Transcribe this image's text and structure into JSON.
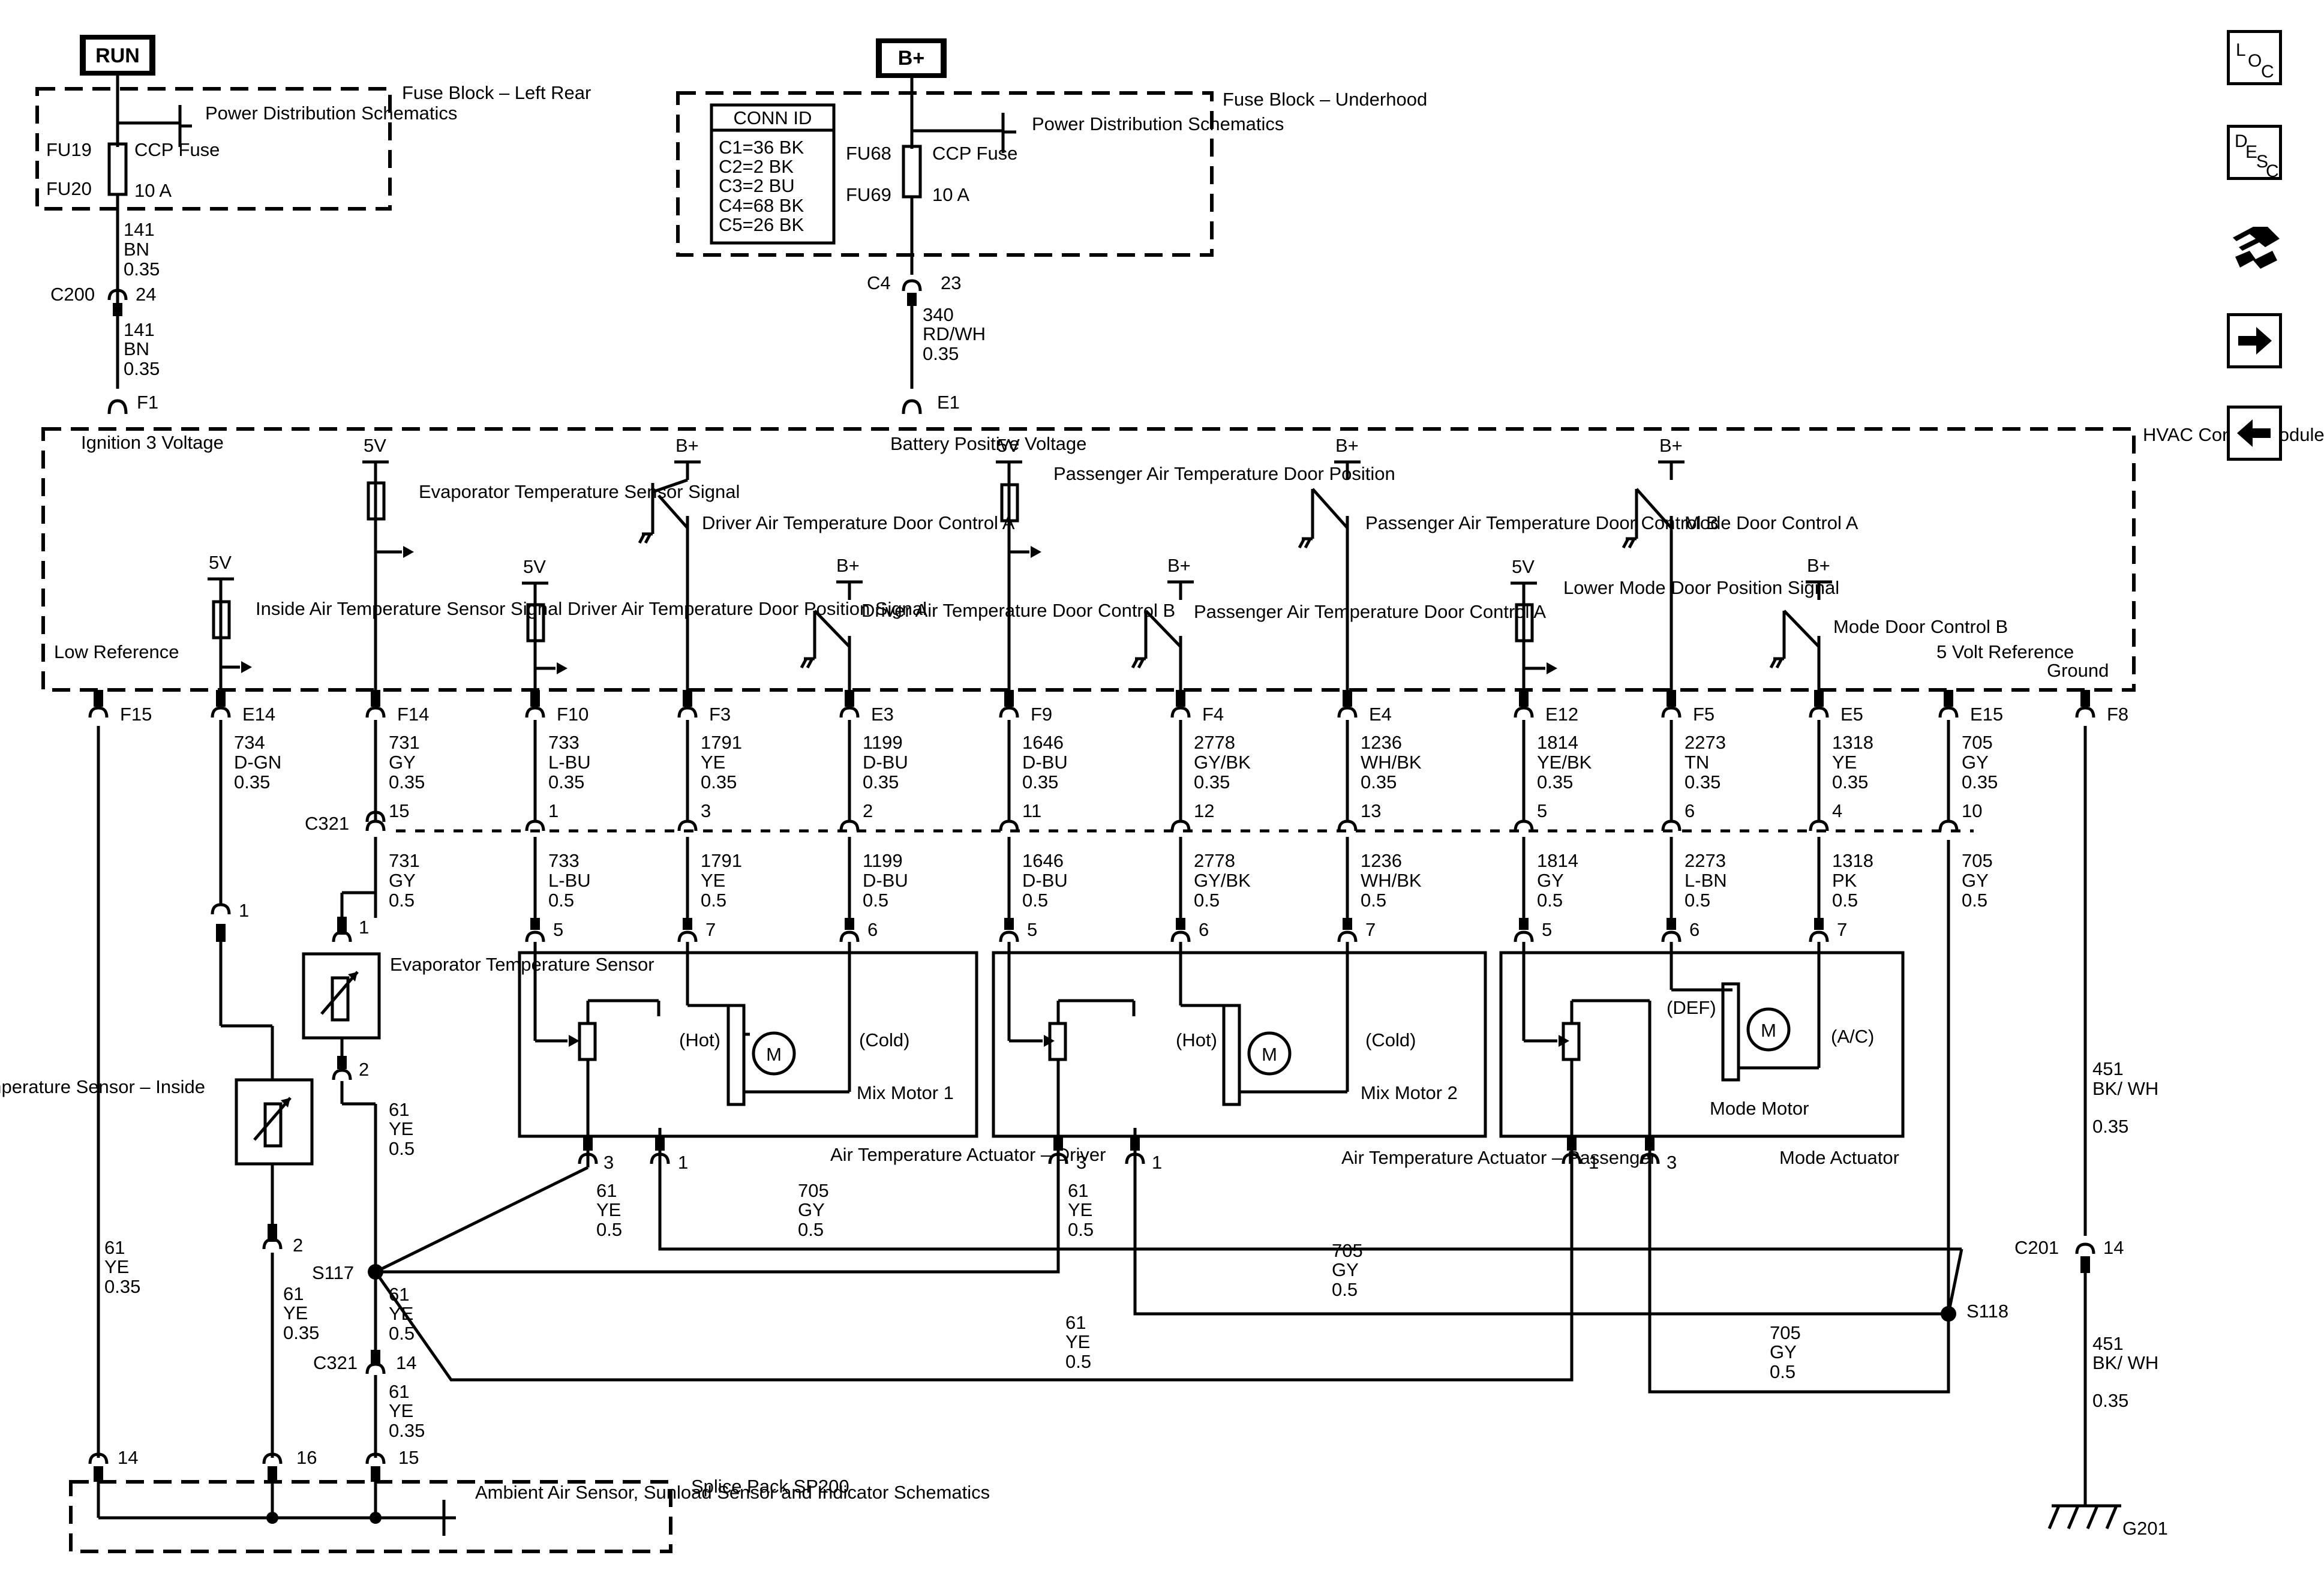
{
  "tags": {
    "run": "RUN",
    "bplus": "B+"
  },
  "fuse_left": {
    "ref": "Power Distribution Schematics",
    "title": "Fuse Block – Left Rear",
    "fu_a": "FU19",
    "fu_b": "FU20",
    "name": "CCP Fuse",
    "rating": "10 A"
  },
  "fuse_right": {
    "ref": "Power Distribution Schematics",
    "title": "Fuse Block – Underhood",
    "fu_a": "FU68",
    "fu_b": "FU69",
    "name": "CCP Fuse",
    "rating": "10 A"
  },
  "conn_id": {
    "title": "CONN ID",
    "rows": [
      "C1=36 BK",
      "C2=2 BK",
      "C3=2 BU",
      "C4=68 BK",
      "C5=26 BK"
    ]
  },
  "feed_left": {
    "wire1": "141",
    "color1": "BN",
    "gauge1": "0.35",
    "conn": "C200",
    "pin": "24",
    "wire2": "141",
    "color2": "BN",
    "gauge2": "0.35",
    "term": "F1"
  },
  "feed_right": {
    "conn": "C4",
    "pin": "23",
    "wire": "340",
    "color": "RD/WH",
    "gauge": "0.35",
    "term": "E1"
  },
  "module": {
    "title": "HVAC Control Module",
    "ignition": "Ignition 3 Voltage",
    "battery": "Battery Positive Voltage",
    "low_ref": "Low Reference",
    "five_v_ref": "5 Volt Reference",
    "ground": "Ground",
    "signals": {
      "evap": "Evaporator Temperature Sensor Signal",
      "inside": "Inside Air Temperature Sensor Signal",
      "drv_pos": "Driver Air Temperature Door Position Signal",
      "drv_a": "Driver Air Temperature Door Control A",
      "drv_b": "Driver Air Temperature Door Control B",
      "pass_pos": "Passenger Air Temperature Door Position",
      "pass_a": "Passenger Air Temperature Door Control A",
      "pass_b": "Passenger Air Temperature Door Control B",
      "mode_pos": "Lower Mode Door Position Signal",
      "mode_a": "Mode Door Control A",
      "mode_b": "Mode Door Control B"
    },
    "supply_5v": "5V",
    "supply_b": "B+"
  },
  "circuits": [
    {
      "term": "F15"
    },
    {
      "term": "E14",
      "w": "734",
      "c": "D-GN",
      "g": "0.35"
    },
    {
      "term": "F14",
      "w": "731",
      "c": "GY",
      "g": "0.35",
      "cp": "15",
      "w2": "731",
      "c2": "GY",
      "g2": "0.5"
    },
    {
      "term": "F10",
      "w": "733",
      "c": "L-BU",
      "g": "0.35",
      "cp": "1",
      "w2": "733",
      "c2": "L-BU",
      "g2": "0.5",
      "ap": "5"
    },
    {
      "term": "F3",
      "w": "1791",
      "c": "YE",
      "g": "0.35",
      "cp": "3",
      "w2": "1791",
      "c2": "YE",
      "g2": "0.5",
      "ap": "7"
    },
    {
      "term": "E3",
      "w": "1199",
      "c": "D-BU",
      "g": "0.35",
      "cp": "2",
      "w2": "1199",
      "c2": "D-BU",
      "g2": "0.5",
      "ap": "6"
    },
    {
      "term": "F9",
      "w": "1646",
      "c": "D-BU",
      "g": "0.35",
      "cp": "11",
      "w2": "1646",
      "c2": "D-BU",
      "g2": "0.5",
      "ap": "5"
    },
    {
      "term": "F4",
      "w": "2778",
      "c": "GY/BK",
      "g": "0.35",
      "cp": "12",
      "w2": "2778",
      "c2": "GY/BK",
      "g2": "0.5",
      "ap": "6"
    },
    {
      "term": "E4",
      "w": "1236",
      "c": "WH/BK",
      "g": "0.35",
      "cp": "13",
      "w2": "1236",
      "c2": "WH/BK",
      "g2": "0.5",
      "ap": "7"
    },
    {
      "term": "E12",
      "w": "1814",
      "c": "YE/BK",
      "g": "0.35",
      "cp": "5",
      "w2": "1814",
      "c2": "GY",
      "g2": "0.5",
      "ap": "5"
    },
    {
      "term": "F5",
      "w": "2273",
      "c": "TN",
      "g": "0.35",
      "cp": "6",
      "w2": "2273",
      "c2": "L-BN",
      "g2": "0.5",
      "ap": "6"
    },
    {
      "term": "E5",
      "w": "1318",
      "c": "YE",
      "g": "0.35",
      "cp": "4",
      "w2": "1318",
      "c2": "PK",
      "g2": "0.5",
      "ap": "7"
    },
    {
      "term": "E15",
      "w": "705",
      "c": "GY",
      "g": "0.35",
      "cp": "10",
      "w2": "705",
      "c2": "GY",
      "g2": "0.5"
    },
    {
      "term": "F8"
    }
  ],
  "c321": "C321",
  "evap_sensor": {
    "name": "Evaporator Temperature Sensor",
    "p1": "1",
    "p2": "2"
  },
  "inside_sensor": {
    "name": "Air Temperature Sensor – Inside",
    "p1": "1",
    "p2": "2"
  },
  "actuators": {
    "driver": {
      "name": "Air Temperature Actuator – Driver",
      "motor": "Mix Motor 1",
      "hot": "(Hot)",
      "cold": "(Cold)",
      "p3": "3",
      "p1": "1"
    },
    "passenger": {
      "name": "Air Temperature Actuator – Passenger",
      "motor": "Mix Motor 2",
      "hot": "(Hot)",
      "cold": "(Cold)",
      "p3": "3",
      "p1": "1"
    },
    "mode": {
      "name": "Mode Actuator",
      "motor": "Mode Motor",
      "def": "(DEF)",
      "ac": "(A/C)",
      "p1": "1",
      "p3": "3"
    },
    "m": "M"
  },
  "wires": {
    "ye61_035": [
      "61",
      "YE",
      "0.35"
    ],
    "ye61_05": [
      "61",
      "YE",
      "0.5"
    ],
    "gy705_05": [
      "705",
      "GY",
      "0.5"
    ],
    "bkwh451": [
      "451",
      "BK/ WH",
      "0.35"
    ]
  },
  "splices": {
    "s117": "S117",
    "s118": "S118"
  },
  "c321_b": {
    "name": "C321",
    "pin": "14"
  },
  "c201": {
    "name": "C201",
    "pin": "14"
  },
  "ground": "G201",
  "splice_pack": {
    "name": "Splice Pack SP200",
    "ref": "Ambient Air Sensor, Sunload Sensor and Indicator Schematics",
    "pins": [
      "14",
      "16",
      "15"
    ]
  },
  "nav": {
    "loc": "LOC",
    "desc": "DESC"
  }
}
